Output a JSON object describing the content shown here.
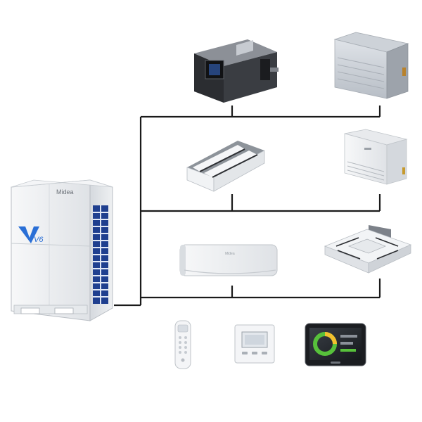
{
  "brand": {
    "outdoor_logo": "Midea",
    "outdoor_badge": "V6",
    "indoor_logo": "Midea"
  },
  "units": {
    "outdoor": "outdoor-unit",
    "indoor": [
      "duct-unit-high-static",
      "duct-unit-slim",
      "two-way-cassette-unit",
      "floor-ceiling-unit",
      "wall-mounted-unit",
      "four-way-cassette-unit"
    ],
    "controllers": [
      "remote-control",
      "wired-controller",
      "touch-screen-controller"
    ]
  },
  "colors": {
    "line": "#1a1a1a",
    "unit_body": "#eef0f2",
    "unit_edge": "#b9bec4",
    "fan_blue": "#1f3f8f",
    "duct_dark": "#2b2d31",
    "badge_blue": "#2a6fd6",
    "screen_green": "#57c13b",
    "screen_yellow": "#f2c12e"
  }
}
